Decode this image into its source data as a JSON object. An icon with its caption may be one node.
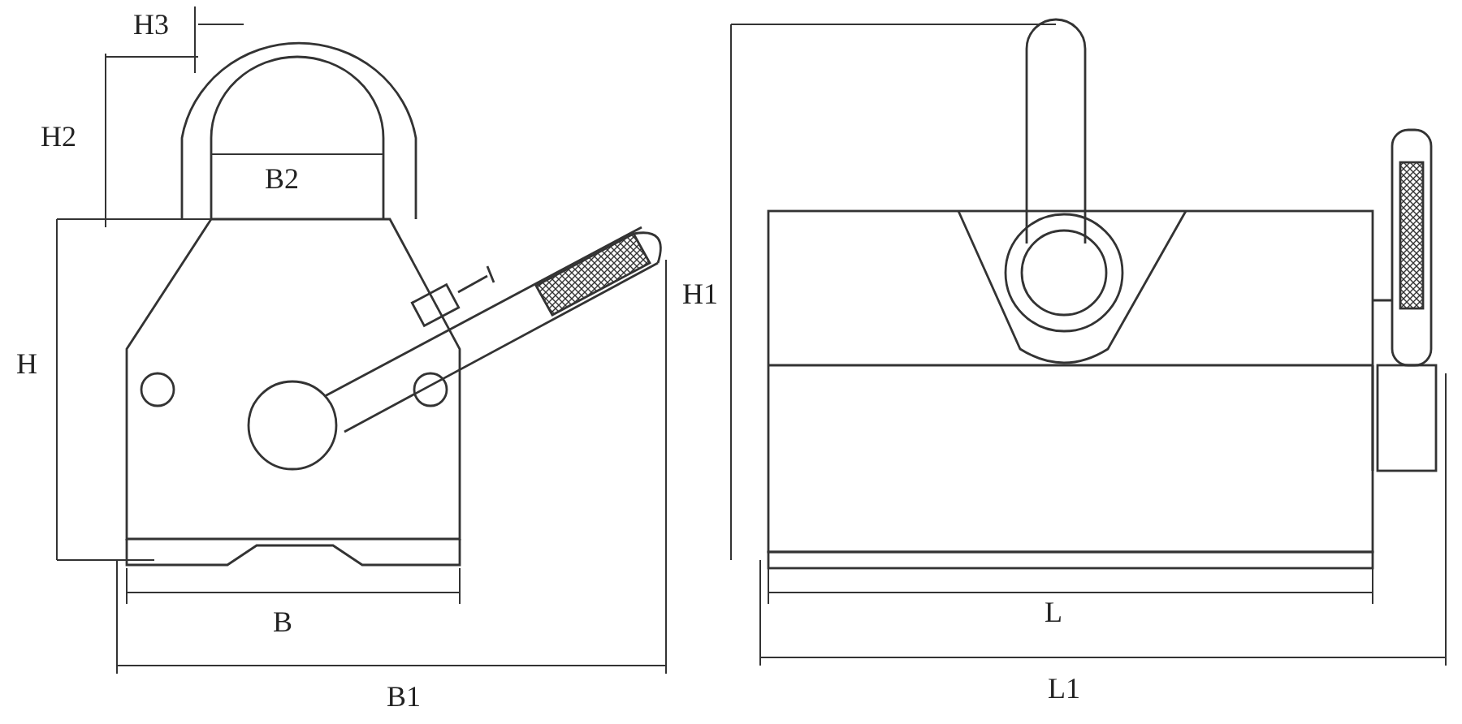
{
  "diagram": {
    "labels": [
      "H3",
      "H2",
      "B2",
      "H1",
      "H",
      "B",
      "L",
      "B1",
      "L1"
    ]
  }
}
